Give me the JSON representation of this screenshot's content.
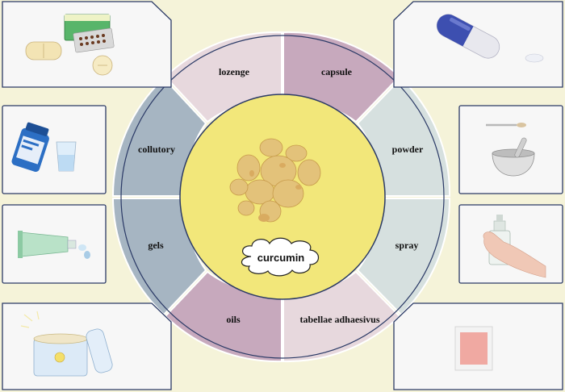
{
  "center": {
    "label": "curcumin",
    "icon": "ginger-root-icon"
  },
  "segments": [
    {
      "key": "lozenge",
      "label": "lozenge",
      "color": "#e7d8dd"
    },
    {
      "key": "capsule",
      "label": "capsule",
      "color": "#c7a9bd"
    },
    {
      "key": "powder",
      "label": "powder",
      "color": "#d6e0df"
    },
    {
      "key": "spray",
      "label": "spray",
      "color": "#d6e0df"
    },
    {
      "key": "tabellae",
      "label": "tabellae adhaesivus",
      "color": "#e7d8dd"
    },
    {
      "key": "oils",
      "label": "oils",
      "color": "#c7a9bd"
    },
    {
      "key": "gels",
      "label": "gels",
      "color": "#a6b5c2"
    },
    {
      "key": "collutory",
      "label": "collutory",
      "color": "#a6b5c2"
    }
  ],
  "panels": [
    {
      "key": "lozenge",
      "icon": "tablets-blister-pack-icon"
    },
    {
      "key": "capsule",
      "icon": "capsule-icon"
    },
    {
      "key": "collutory",
      "icon": "mouthwash-bottle-icon"
    },
    {
      "key": "powder",
      "icon": "mortar-pestle-icon"
    },
    {
      "key": "gels",
      "icon": "gel-tube-icon"
    },
    {
      "key": "spray",
      "icon": "spray-bottle-icon"
    },
    {
      "key": "oils",
      "icon": "ointment-jar-icon"
    },
    {
      "key": "tabellae",
      "icon": "adhesive-patch-icon"
    }
  ],
  "colors": {
    "background": "#f5f3d9",
    "center_fill": "#f2e77a",
    "outline": "#2b3a66"
  }
}
